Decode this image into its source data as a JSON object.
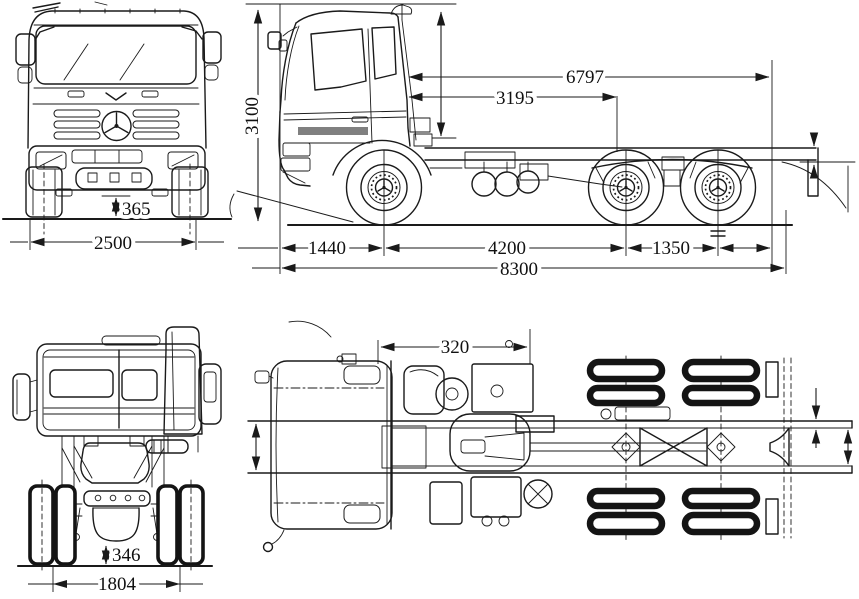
{
  "colors": {
    "ink": "#1a1a1a",
    "paper": "#ffffff"
  },
  "views": {
    "front": {
      "dims": {
        "bumper_ground_clearance": "365",
        "front_track_width": "2500"
      }
    },
    "side": {
      "dims": {
        "overall_height": "3100",
        "cab_back_to_frame_end": "6797",
        "cab_back_to_rear_axle": "3195",
        "front_overhang": "1440",
        "wheelbase": "4200",
        "rear_axle_spacing": "1350",
        "overall_length": "8300"
      }
    },
    "rear": {
      "dims": {
        "axle_ground_clearance": "346",
        "rear_track_width": "1804"
      }
    },
    "top": {
      "dims": {
        "cab_back_clearance": "320"
      }
    }
  }
}
